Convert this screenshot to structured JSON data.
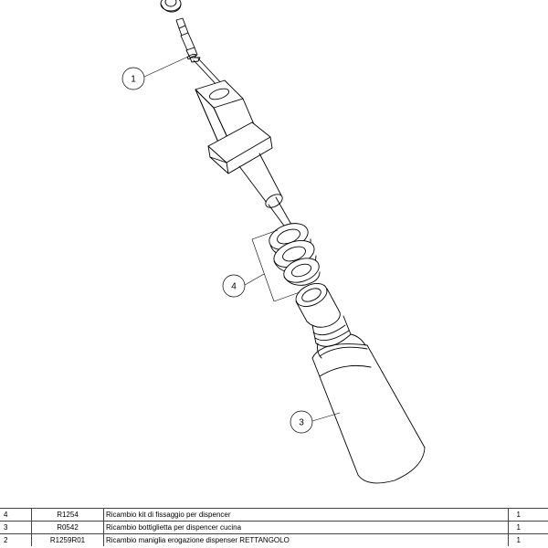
{
  "callouts": [
    {
      "label": "1"
    },
    {
      "label": "4"
    },
    {
      "label": "3"
    }
  ],
  "bom": {
    "rows": [
      {
        "pos": "4",
        "code": "R1254",
        "description": "Ricambio  kit  di  fissaggio  per  dispencer",
        "qty": "1"
      },
      {
        "pos": "3",
        "code": "R0542",
        "description": "Ricambio  bottiglietta  per  dispencer  cucina",
        "qty": "1"
      },
      {
        "pos": "2",
        "code": "R1259R01",
        "description": "Ricambio  maniglia  erogazione  dispenser  RETTANGOLO",
        "qty": "1"
      }
    ]
  }
}
